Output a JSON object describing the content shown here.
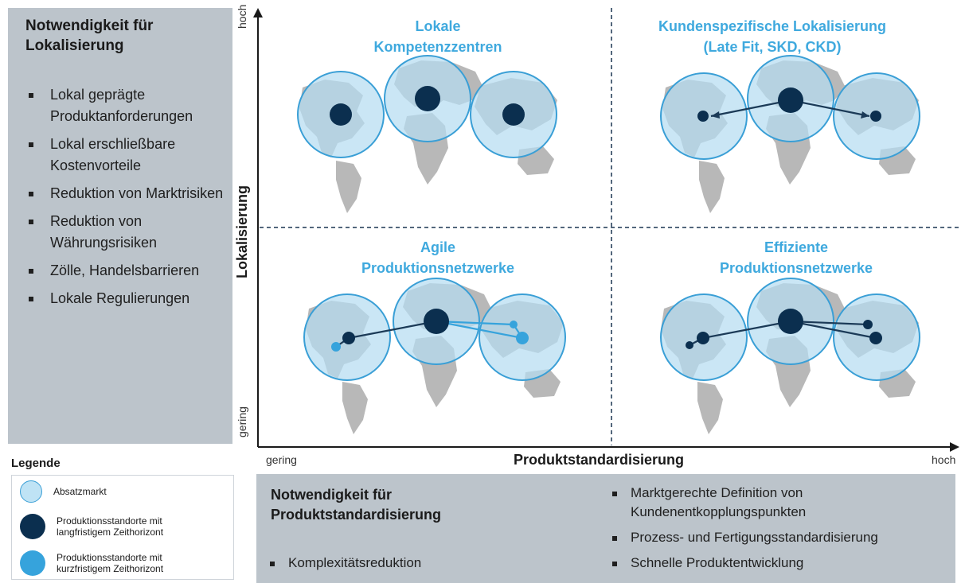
{
  "left_panel": {
    "title_line1": "Notwendigkeit für",
    "title_line2": "Lokalisierung",
    "items": [
      "Lokal geprägte Produktanforderungen",
      "Lokal erschließbare Kostenvorteile",
      "Reduktion von Marktrisiken",
      "Reduktion von Währungsrisiken",
      "Zölle, Handelsbarrieren",
      "Lokale Regulierungen"
    ]
  },
  "legend": {
    "title": "Legende",
    "items": [
      {
        "label": "Absatzmarkt",
        "color": "#bfe3f5"
      },
      {
        "label_line1": "Produktionsstandorte mit",
        "label_line2": "langfristigem Zeithorizont",
        "color": "#0b2f4f"
      },
      {
        "label_line1": "Produktionsstandorte mit",
        "label_line2": "kurzfristigem Zeithorizont",
        "color": "#36a3dc"
      }
    ]
  },
  "axes": {
    "y_title": "Lokalisierung",
    "y_high": "hoch",
    "y_low": "gering",
    "x_title": "Produktstandardisierung",
    "x_low": "gering",
    "x_high": "hoch"
  },
  "quadrants": {
    "top_left": {
      "line1": "Lokale",
      "line2": "Kompetenzzentren"
    },
    "top_right": {
      "line1": "Kundenspezifische Lokalisierung",
      "line2": "(Late Fit, SKD, CKD)"
    },
    "bottom_left": {
      "line1": "Agile",
      "line2": "Produktionsnetzwerke"
    },
    "bottom_right": {
      "line1": "Effiziente",
      "line2": "Produktionsnetzwerke"
    }
  },
  "bottom_panel": {
    "title_line1": "Notwendigkeit für",
    "title_line2": "Produktstandardisierung",
    "left_items": [
      "Komplexitätsreduktion"
    ],
    "right_items": [
      {
        "line1": "Marktgerechte Definition von",
        "line2": "Kundenentkopplungspunkten"
      },
      {
        "line1": "Prozess- und Fertigungsstandardisierung"
      },
      {
        "line1": "Schnelle Produktentwicklung"
      }
    ]
  },
  "colors": {
    "market_fill": "#b5dcf1",
    "market_stroke": "#3a9fd6",
    "long_term": "#0b2f4f",
    "short_term": "#36a3dc",
    "title_blue": "#3fa9de",
    "panel_grey": "#bcc4cb",
    "land_grey": "#b8b8b8"
  }
}
